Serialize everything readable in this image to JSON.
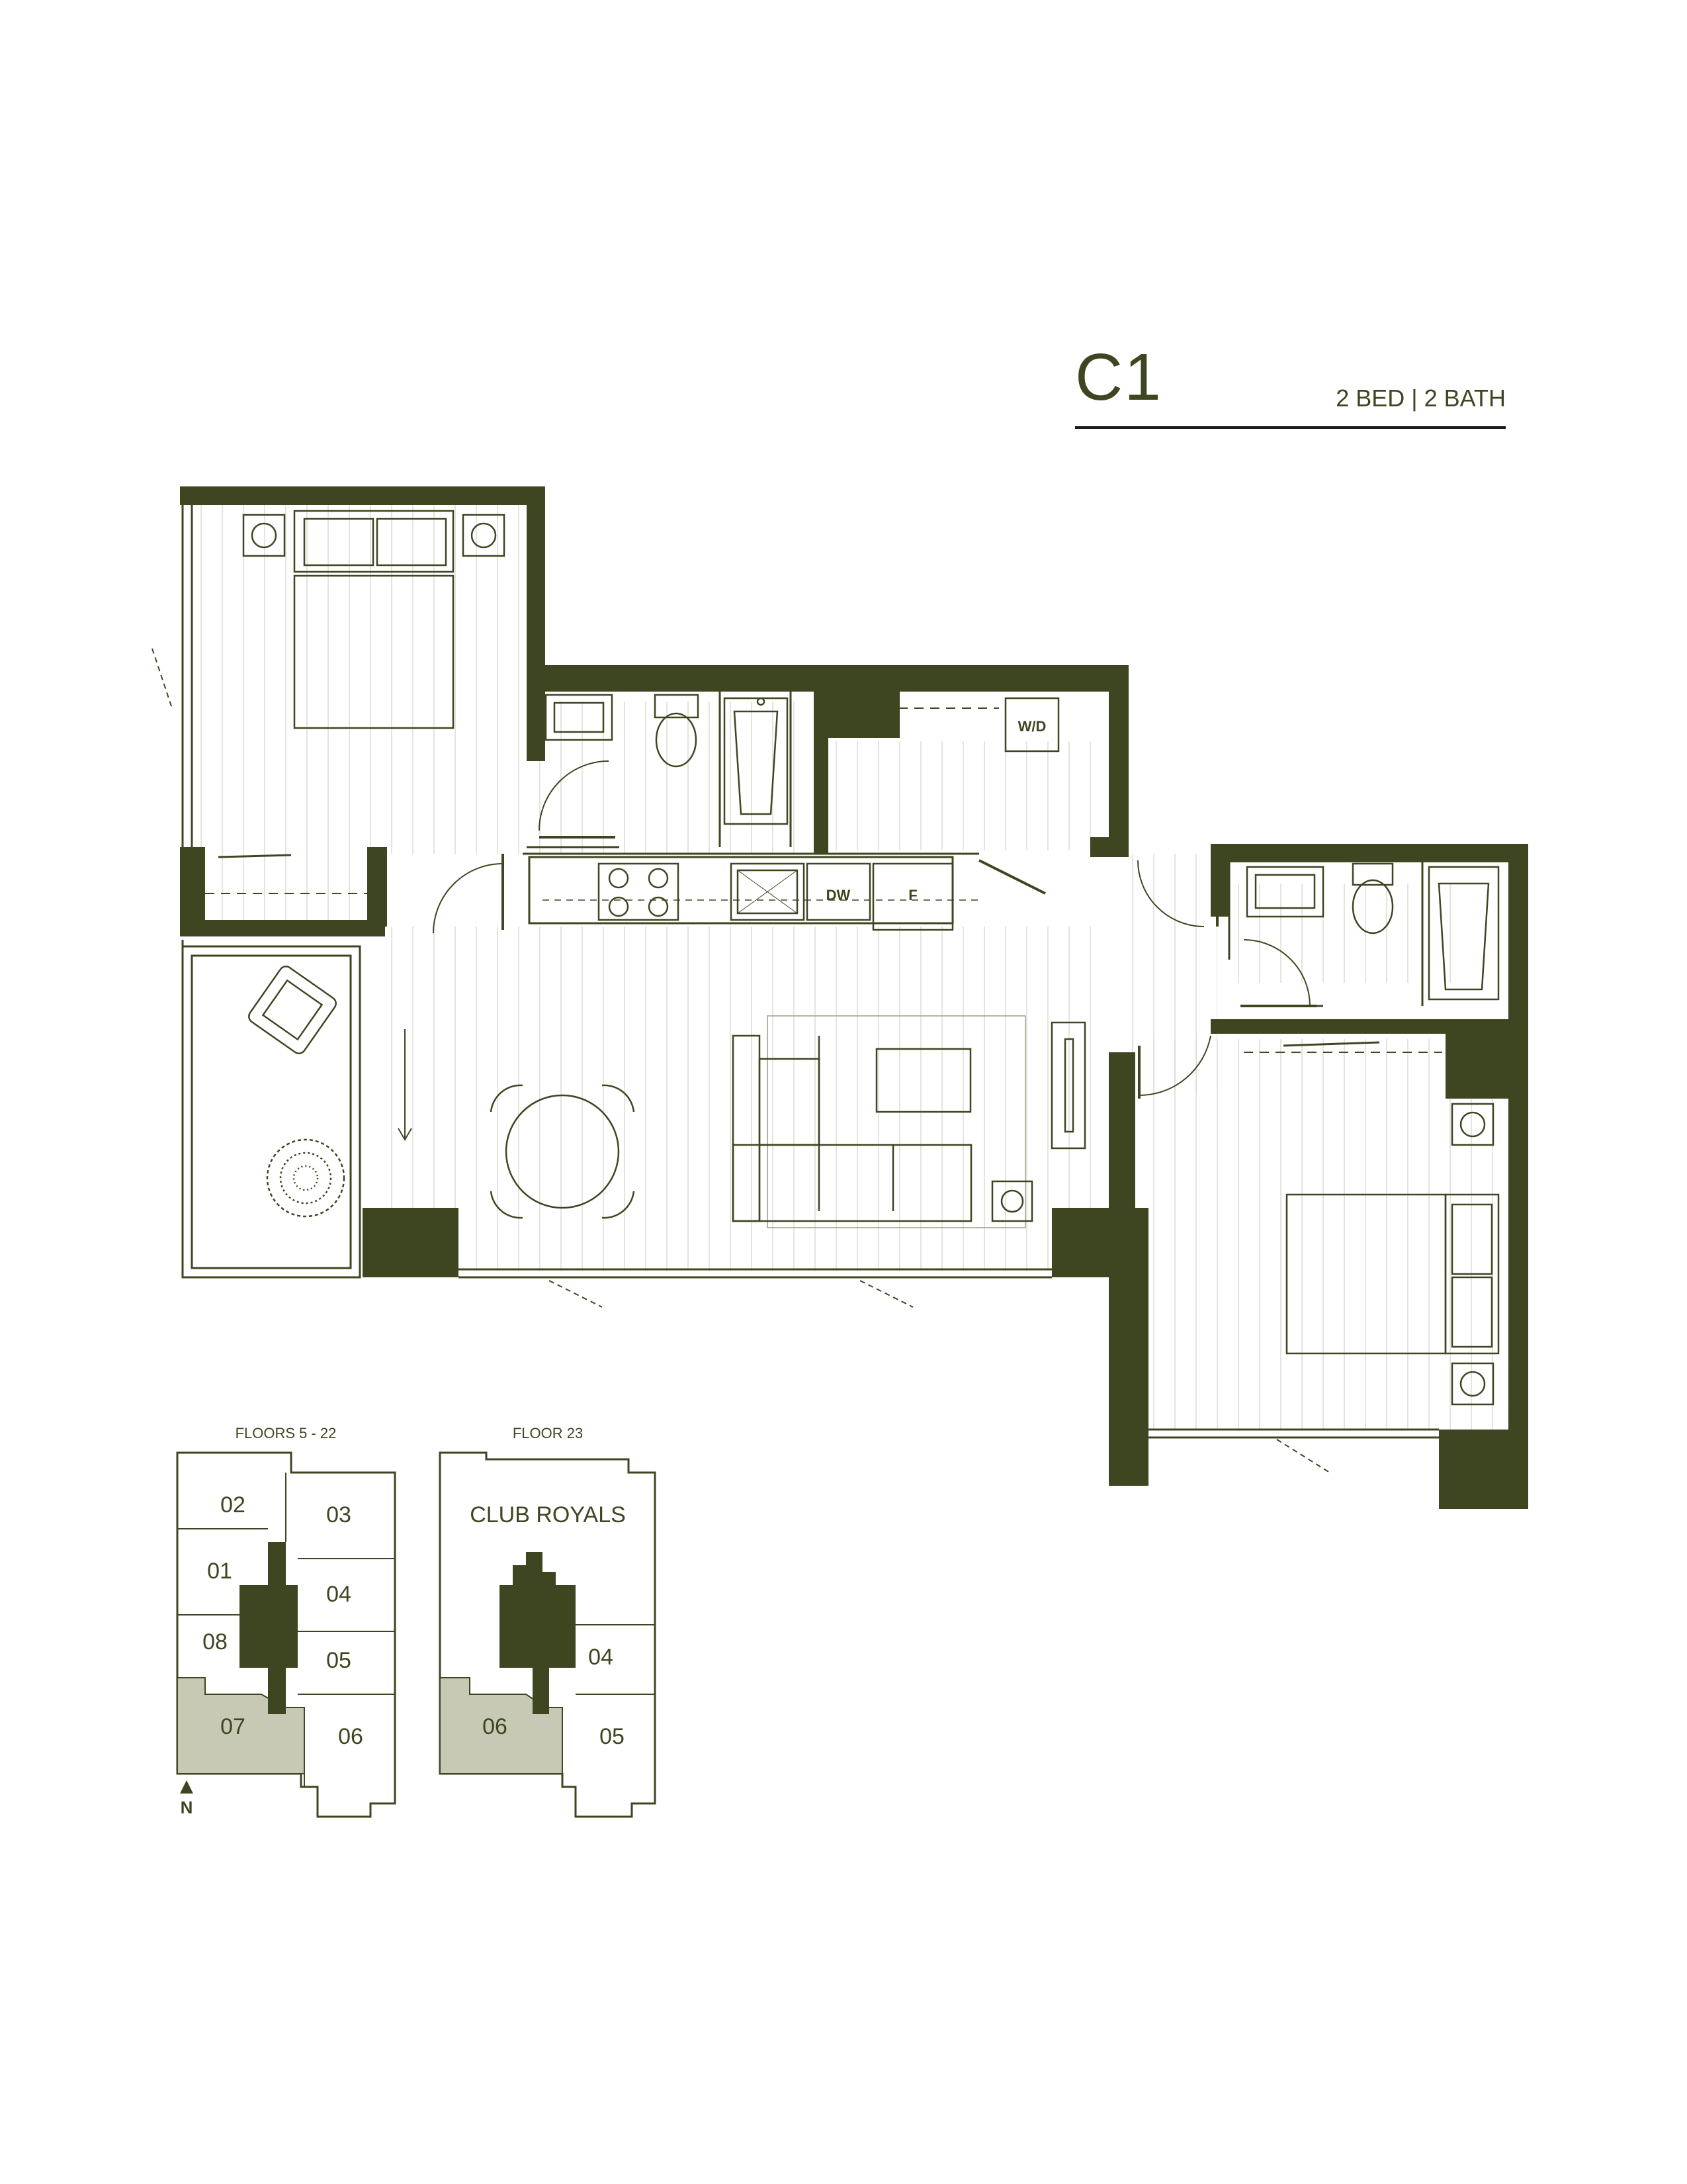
{
  "plan": {
    "unit_name": "C1",
    "unit_type": "2 BED | 2 BATH",
    "appliances": {
      "washer_dryer": "W/D",
      "dishwasher": "DW",
      "fridge": "F"
    }
  },
  "key_plans": {
    "left": {
      "title": "FLOORS 5 - 22",
      "units": [
        "02",
        "03",
        "01",
        "04",
        "08",
        "05",
        "07",
        "06"
      ],
      "highlighted_unit": "07"
    },
    "right": {
      "title": "FLOOR 23",
      "amenity_label": "CLUB ROYALS",
      "units": [
        "04",
        "06",
        "05"
      ],
      "highlighted_unit": "06"
    },
    "north_label": "N"
  },
  "colors": {
    "wall": "#3d4621",
    "line": "#3d4621",
    "key_highlight": "#c8c9b5",
    "background": "#ffffff"
  }
}
